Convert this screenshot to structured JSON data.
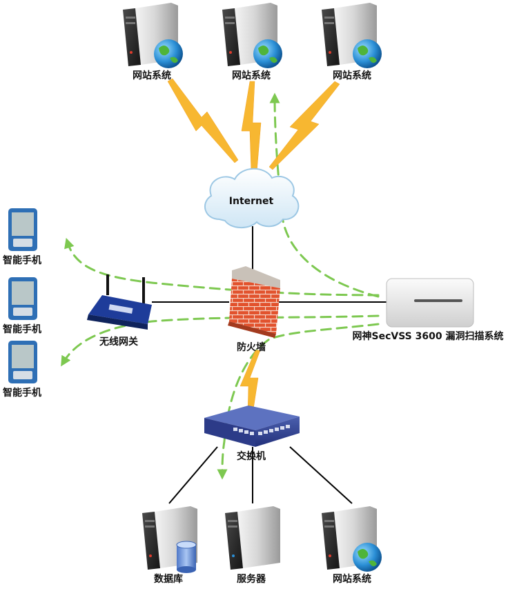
{
  "labels": {
    "website_system": "网站系统",
    "internet": "Internet",
    "smartphone": "智能手机",
    "wireless_gateway": "无线网关",
    "firewall": "防火墙",
    "scanner": "网神SecVSS 3600 漏洞扫描系统",
    "switch": "交换机",
    "database": "数据库",
    "server": "服务器"
  },
  "colors": {
    "link_line": "#000000",
    "attack_bolt": "#f7b731",
    "scan_path": "#7dc850",
    "cloud": "#dceffa",
    "firewall_brick": "#e2522d"
  }
}
